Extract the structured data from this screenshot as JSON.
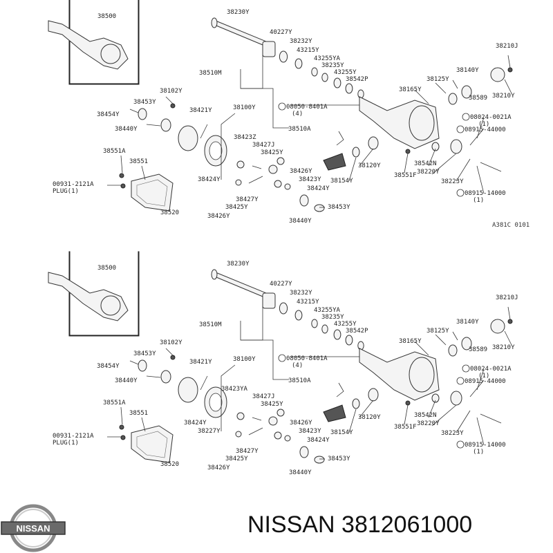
{
  "diagrams": [
    {
      "code": "A381C 0101",
      "parts": [
        "38500",
        "38230Y",
        "40227Y",
        "38232Y",
        "43215Y",
        "43255YA",
        "38235Y",
        "43255Y",
        "38542P",
        "38210J",
        "38510M",
        "38140Y",
        "38125Y",
        "38165Y",
        "38589",
        "38210Y",
        "38102Y",
        "38453Y",
        "38421Y",
        "38100Y",
        "38454Y",
        "38440Y",
        "38423Z",
        "38427J",
        "38425Y",
        "38426Y",
        "38423Y",
        "38424Y",
        "38427Y",
        "38551A",
        "38551",
        "38520",
        "38510A",
        "38154Y",
        "38120Y",
        "38551F",
        "38542N",
        "38220Y",
        "38223Y",
        "38453Y",
        "38440Y",
        "38424Y",
        "38425Y",
        "38426Y"
      ],
      "bolt_codes": [
        "08050-8401A",
        "08024-0021A",
        "08915-44000",
        "08915-14000",
        "00931-2121A"
      ],
      "qty": [
        "(4)",
        "(1)",
        "(1)"
      ],
      "plug": "PLUG(1)"
    },
    {
      "code": "",
      "parts": [
        "38500",
        "38230Y",
        "40227Y",
        "38232Y",
        "43215Y",
        "43255YA",
        "38235Y",
        "43255Y",
        "38542P",
        "38210J",
        "38510M",
        "38140Y",
        "38125Y",
        "38165Y",
        "38589",
        "38210Y",
        "38102Y",
        "38453Y",
        "38421Y",
        "38100Y",
        "38454Y",
        "38440Y",
        "38423YA",
        "38427J",
        "38425Y",
        "38424Y",
        "38227Y",
        "38426Y",
        "38423Y",
        "38424Y",
        "38427Y",
        "38551A",
        "38551",
        "38520",
        "38510A",
        "38154Y",
        "38120Y",
        "38551F",
        "38542N",
        "38220Y",
        "38223Y",
        "38453Y",
        "38440Y",
        "38425Y",
        "38426Y"
      ],
      "bolt_codes": [
        "08050-8401A",
        "08024-0021A",
        "08915-44000",
        "08915-14000",
        "00931-2121A"
      ],
      "qty": [
        "(4)",
        "(1)",
        "(1)"
      ],
      "plug": "PLUG(1)"
    }
  ],
  "footer": {
    "logo_text": "NISSAN",
    "brand": "NISSAN",
    "part_number": "3812061000",
    "logo_icon": "nissan-logo-icon"
  }
}
